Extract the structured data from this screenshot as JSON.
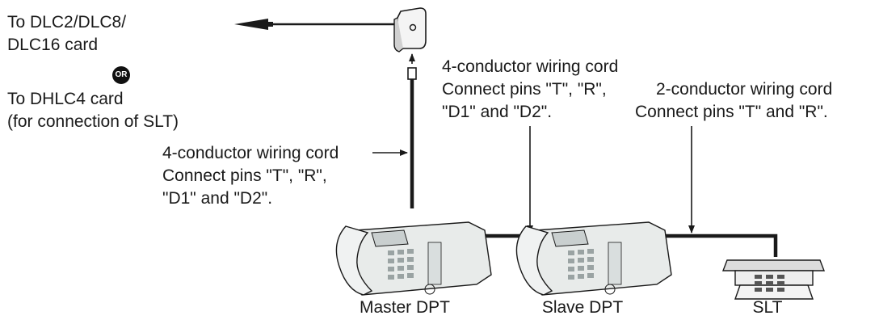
{
  "left_labels": {
    "dlc_line1": "To DLC2/DLC8/",
    "dlc_line2": "DLC16 card",
    "or_badge": "OR",
    "dhlc_line1": "To DHLC4 card",
    "dhlc_line2": "(for connection of SLT)"
  },
  "master_cord_label": {
    "line1": "4-conductor wiring cord",
    "line2": "Connect pins \"T\", \"R\",",
    "line3": "\"D1\" and \"D2\"."
  },
  "slave_cord_label": {
    "line1": "4-conductor wiring cord",
    "line2": "Connect pins \"T\", \"R\",",
    "line3": "\"D1\" and \"D2\"."
  },
  "slt_cord_label": {
    "line1": "2-conductor wiring cord",
    "line2": "Connect pins \"T\" and \"R\"."
  },
  "captions": {
    "master": "Master DPT",
    "slave": "Slave DPT",
    "slt": "SLT"
  }
}
